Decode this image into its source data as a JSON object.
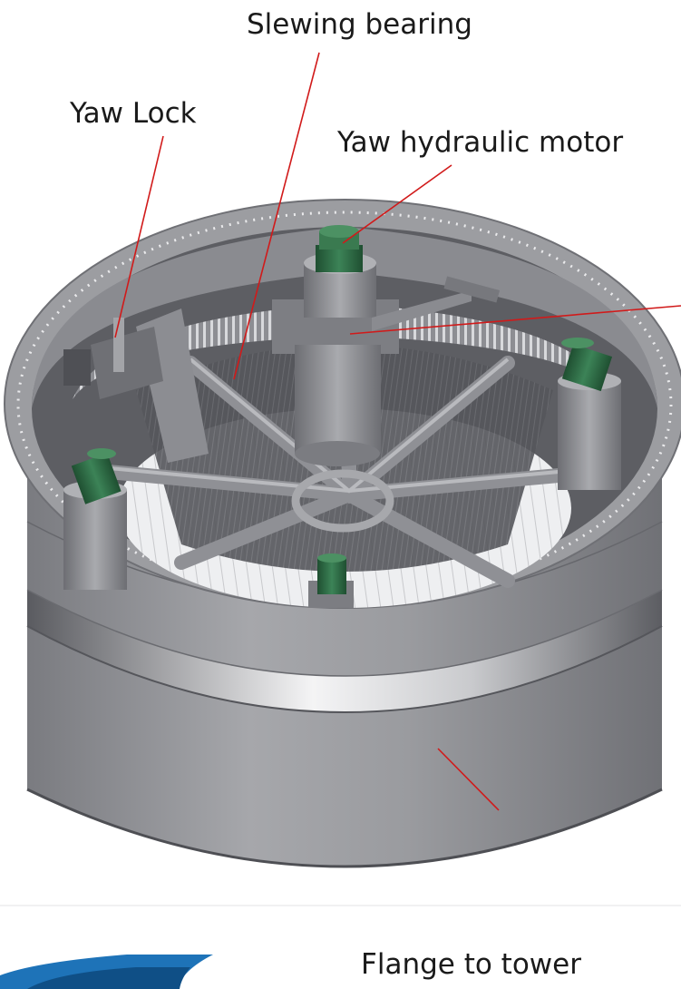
{
  "labels": {
    "slewing_bearing": "Slewing bearing",
    "yaw_lock": "Yaw Lock",
    "yaw_hydraulic_motor": "Yaw hydraulic motor",
    "flange_to_tower": "Flange to tower"
  },
  "colors": {
    "housing": "#8c8d92",
    "housing_dark": "#6e6f74",
    "housing_light": "#b7b8bc",
    "interior": "#5f6065",
    "motor_green": "#2f6b45",
    "leader_line": "#d11a1a",
    "floor": "#e9eaec",
    "logo_blue": "#1e73b8"
  },
  "icons": [
    "yaw-system-illustration",
    "logo-fragment"
  ]
}
